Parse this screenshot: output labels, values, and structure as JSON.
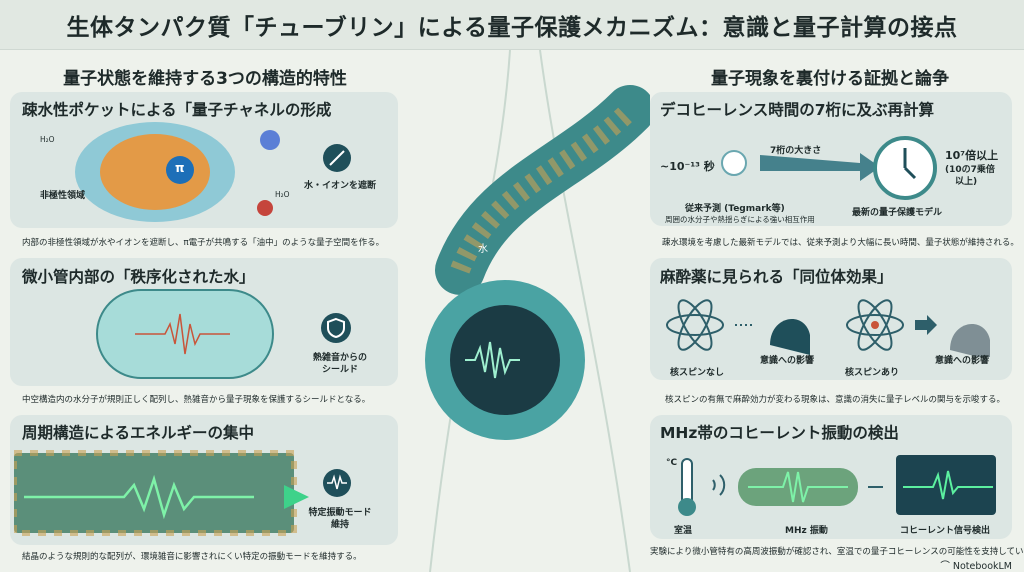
{
  "title": "生体タンパク質「チューブリン」による量子保護メカニズム：意識と量子計算の接点",
  "left": {
    "heading": "量子状態を維持する3つの構造的特性",
    "panels": [
      {
        "title": "疎水性ポケットによる「量子チャネルの形成",
        "labels": {
          "h2o_a": "H₂O",
          "h2o_b": "H₂O",
          "pi": "π",
          "region": "非極性領域",
          "shield": "水・イオンを遮断"
        },
        "caption": "内部の非極性領域が水やイオンを遮断し、π電子が共鳴する「油中」のような量子空間を作る。"
      },
      {
        "title": "微小管内部の「秩序化された水」",
        "labels": {
          "shield": "熱雑音からの",
          "shield2": "シールド"
        },
        "caption": "中空構造内の水分子が規則正しく配列し、熱雑音から量子現象を保護するシールドとなる。"
      },
      {
        "title": "周期構造によるエネルギーの集中",
        "labels": {
          "mode": "特定振動モード",
          "mode2": "維持"
        },
        "caption": "結晶のような規則的な配列が、環境雑音に影響されにくい特定の振動モードを維持する。"
      }
    ]
  },
  "right": {
    "heading": "量子現象を裏付ける証拠と論争",
    "panels": [
      {
        "title": "デコヒーレンス時間の7桁に及ぶ再計算",
        "labels": {
          "old_time": "~10⁻¹³ 秒",
          "magnitude": "7桁の大きさ",
          "new_time": "10⁷倍以上",
          "new_time2": "(10の7乗倍",
          "new_time3": "以上)",
          "old_model": "従来予測 (Tegmark等)",
          "old_model_sub": "周囲の水分子や熱揺らぎによる強い相互作用",
          "new_model": "最新の量子保護モデル"
        },
        "caption": "疎水環境を考慮した最新モデルでは、従来予測より大幅に長い時間、量子状態が維持される。"
      },
      {
        "title": "麻酔薬に見られる「同位体効果」",
        "labels": {
          "no_spin": "核スピンなし",
          "effect1": "意識への影響",
          "spin": "核スピンあり",
          "effect2": "意識への影響"
        },
        "caption": "核スピンの有無で麻酔効力が変わる現象は、意識の消失に量子レベルの関与を示唆する。"
      },
      {
        "title": "MHz帯のコヒーレント振動の検出",
        "labels": {
          "temp_unit": "°C",
          "room_temp": "室温",
          "mhz": "MHz 振動",
          "signal": "コヒーレント信号検出"
        },
        "caption": "実験により微小管特有の高周波振動が確認され、室温での量子コヒーレンスの可能性を支持している。"
      }
    ]
  },
  "center": {
    "water_label": "水"
  },
  "brand": "NotebookLM",
  "colors": {
    "teal": "#2e7d80",
    "orange": "#e07b2a",
    "green": "#3ed28a",
    "dark": "#1f4f5a"
  }
}
